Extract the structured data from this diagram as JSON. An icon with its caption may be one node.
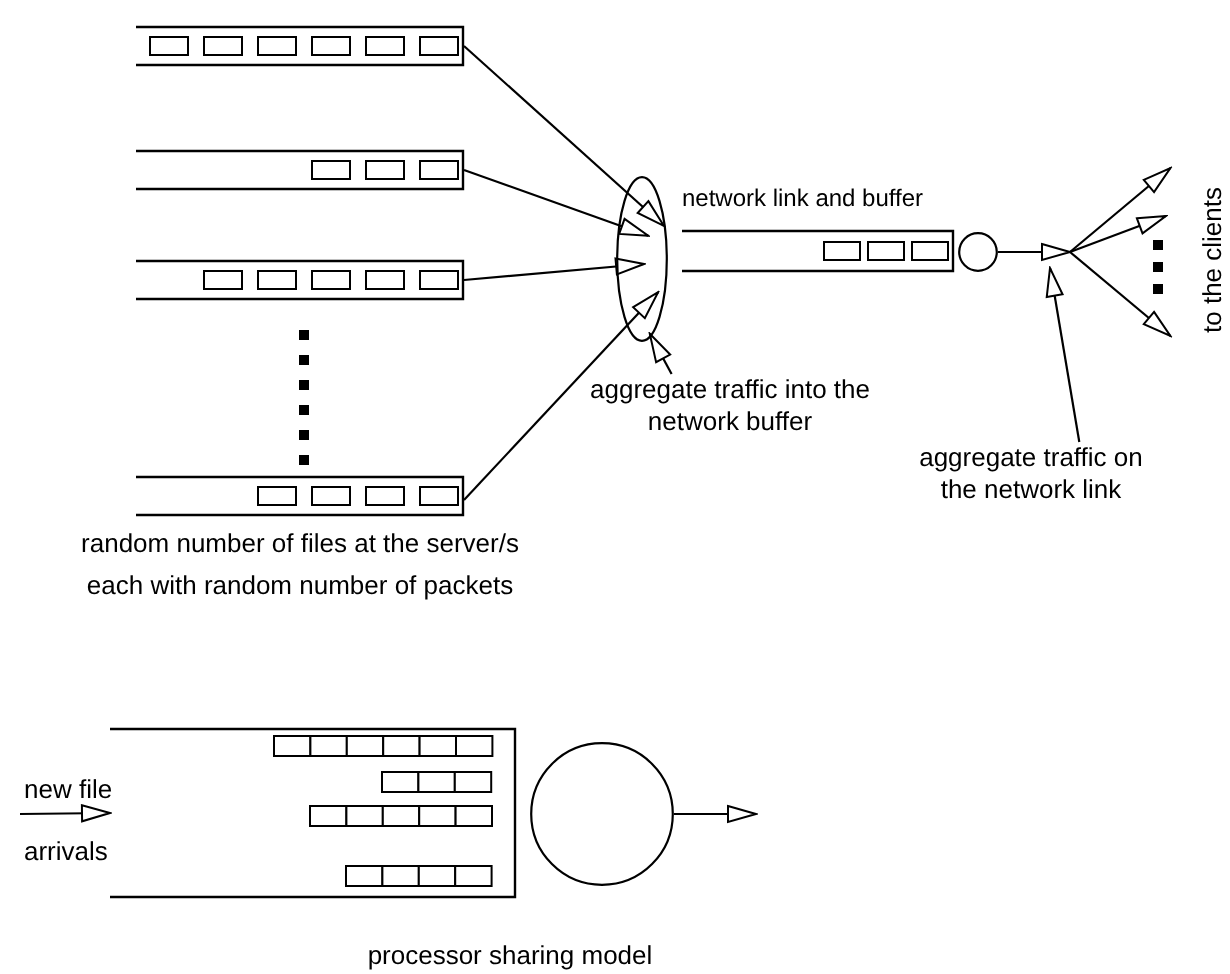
{
  "diagram": {
    "nodes": [
      {
        "text": [],
        "shape": "box"
      },
      {
        "text": [],
        "shape": "box"
      },
      {
        "text": [],
        "shape": "box"
      },
      {
        "text": [],
        "shape": "box"
      },
      {
        "text": [],
        "shape": "ellipse"
      },
      {
        "text": [
          "network link and buffer"
        ]
      },
      {
        "text": [],
        "shape": "circle"
      },
      {
        "text": [
          "aggregate traffic into the network buffer"
        ]
      },
      {
        "text": [
          "aggregate traffic on the network link"
        ]
      },
      {
        "text": [
          "to the clients"
        ]
      },
      {
        "text": [],
        "shape": "box"
      },
      {
        "text": [],
        "shape": "circle"
      }
    ],
    "edges": [
      {
        "from": 0,
        "to": 4,
        "arrow": "to"
      },
      {
        "from": 1,
        "to": 4,
        "arrow": "to"
      },
      {
        "from": 2,
        "to": 4,
        "arrow": "to"
      },
      {
        "from": 3,
        "to": 4,
        "arrow": "to"
      },
      {
        "from": 7,
        "to": 4,
        "arrow": "to"
      },
      {
        "from": 8,
        "to": null,
        "arrow": "to"
      },
      {
        "from": 6,
        "to": 9,
        "arrow": "to"
      },
      {
        "from": 6,
        "to": 9,
        "arrow": "to"
      },
      {
        "from": 6,
        "to": 9,
        "arrow": "to"
      },
      {
        "from": null,
        "to": 10,
        "arrow": "to",
        "label": "new file arrivals"
      },
      {
        "from": 11,
        "to": null,
        "arrow": "to"
      }
    ],
    "labels": [
      "random number of files at the server/s each with random number of packets",
      "processor sharing model"
    ]
  }
}
